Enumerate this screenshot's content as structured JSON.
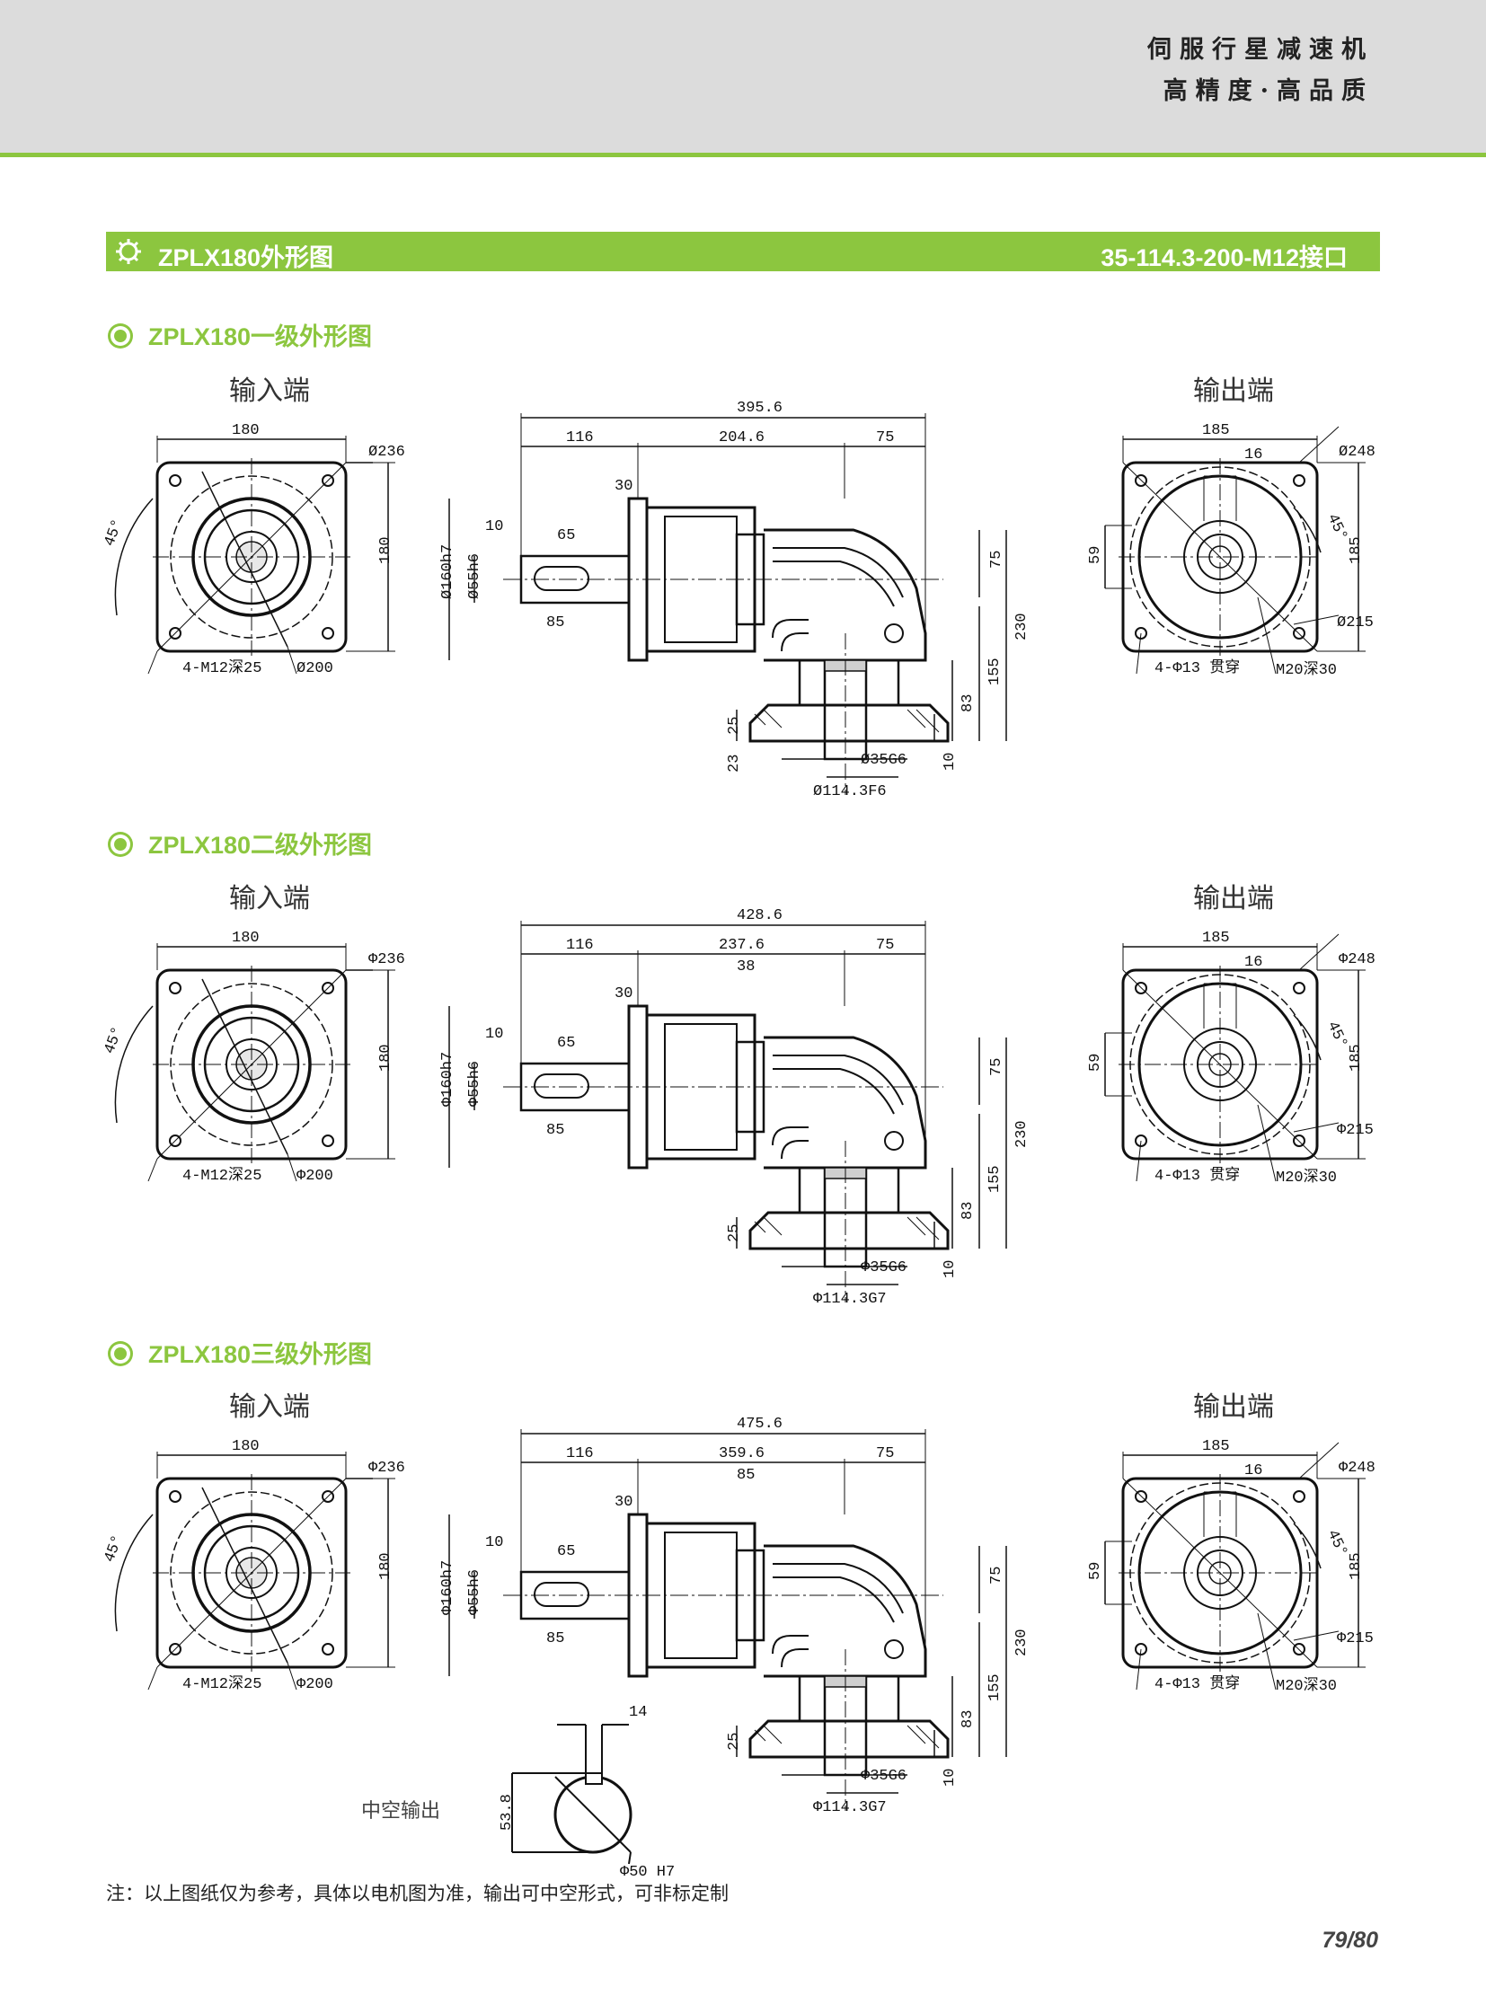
{
  "header": {
    "brand_line1": "伺服行星减速机",
    "brand_line2": "高精度·高品质"
  },
  "section": {
    "title": "ZPLX180外形图",
    "spec": "35-114.3-200-M12接口"
  },
  "colors": {
    "accent": "#8cc63f",
    "header_bg": "#dcdcdc"
  },
  "views": [
    {
      "heading": "ZPLX180一级外形图",
      "input_label": "输入端",
      "output_label": "输出端",
      "input_dims": {
        "width": "180",
        "height": "180",
        "pcd": "Ø236",
        "flange": "Ø200",
        "holes": "4-M12深25",
        "angle": "45°"
      },
      "side_dims": {
        "total": "395.6",
        "left": "116",
        "mid": "204.6",
        "right": "75",
        "flange": "30",
        "key_off": "10",
        "key_len": "65",
        "shaft_len": "85",
        "pilot": "Ø160h7",
        "shaft": "Ø55h6",
        "h1": "75",
        "h2": "230",
        "h3": "155",
        "h4": "83",
        "h5": "10",
        "base": "25",
        "base2": "23",
        "out_shaft": "Ø35G6",
        "out_pilot": "Ø114.3F6"
      },
      "output_dims": {
        "width": "185",
        "height": "185",
        "key": "16",
        "pcd": "Ø248",
        "flange": "Ø215",
        "v": "59",
        "holes": "4-Φ13 贯穿",
        "tap": "M20深30",
        "angle": "45°"
      }
    },
    {
      "heading": "ZPLX180二级外形图",
      "input_label": "输入端",
      "output_label": "输出端",
      "input_dims": {
        "width": "180",
        "height": "180",
        "pcd": "Φ236",
        "flange": "Φ200",
        "holes": "4-M12深25",
        "angle": "45°"
      },
      "side_dims": {
        "total": "428.6",
        "left": "116",
        "mid": "237.6",
        "right": "75",
        "flange": "30",
        "stage": "38",
        "key_off": "10",
        "key_len": "65",
        "shaft_len": "85",
        "pilot": "Φ160h7",
        "shaft": "Φ55h6",
        "h1": "75",
        "h2": "230",
        "h3": "155",
        "h4": "83",
        "h5": "10",
        "base": "25",
        "out_shaft": "Φ35G6",
        "out_pilot": "Φ114.3G7"
      },
      "output_dims": {
        "width": "185",
        "height": "185",
        "key": "16",
        "pcd": "Φ248",
        "flange": "Φ215",
        "v": "59",
        "holes": "4-Φ13 贯穿",
        "tap": "M20深30",
        "angle": "45°"
      }
    },
    {
      "heading": "ZPLX180三级外形图",
      "input_label": "输入端",
      "output_label": "输出端",
      "input_dims": {
        "width": "180",
        "height": "180",
        "pcd": "Φ236",
        "flange": "Φ200",
        "holes": "4-M12深25",
        "angle": "45°"
      },
      "side_dims": {
        "total": "475.6",
        "left": "116",
        "mid": "359.6",
        "right": "75",
        "flange": "30",
        "stage": "85",
        "key_off": "10",
        "key_len": "65",
        "shaft_len": "85",
        "pilot": "Φ160h7",
        "shaft": "Φ55h6",
        "h1": "75",
        "h2": "230",
        "h3": "155",
        "h4": "83",
        "h5": "10",
        "base": "25",
        "out_shaft": "Φ35G6",
        "out_pilot": "Φ114.3G7"
      },
      "output_dims": {
        "width": "185",
        "height": "185",
        "key": "16",
        "pcd": "Φ248",
        "flange": "Φ215",
        "v": "59",
        "holes": "4-Φ13 贯穿",
        "tap": "M20深30",
        "angle": "45°"
      },
      "hollow": {
        "label": "中空输出",
        "key": "14",
        "height": "53.8",
        "bore": "Φ50 H7"
      }
    }
  ],
  "footnote": "注：以上图纸仅为参考，具体以电机图为准，输出可中空形式，可非标定制",
  "page_number": "79/80"
}
